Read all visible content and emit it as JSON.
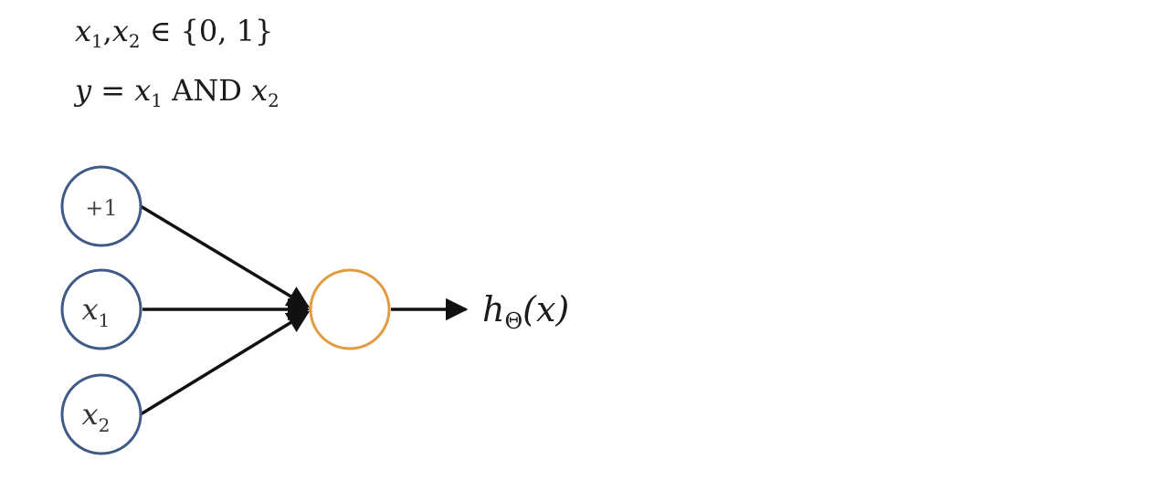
{
  "premise": {
    "var1": "x",
    "sub1": "1",
    "comma": ",",
    "var2": "x",
    "sub2": "2",
    "member": " ∈ {0, 1}"
  },
  "definition": {
    "lhs": "y",
    "eq": " = ",
    "var1": "x",
    "sub1": "1",
    "op": " AND ",
    "var2": "x",
    "sub2": "2"
  },
  "network": {
    "bias_label": "+1",
    "input1_var": "x",
    "input1_sub": "1",
    "input2_var": "x",
    "input2_sub": "2",
    "output_h": "h",
    "output_sub": "Θ",
    "output_arg": "(x)",
    "input_color": "#3f5a86",
    "hidden_color": "#e39b3f",
    "edge_color": "#111111"
  }
}
